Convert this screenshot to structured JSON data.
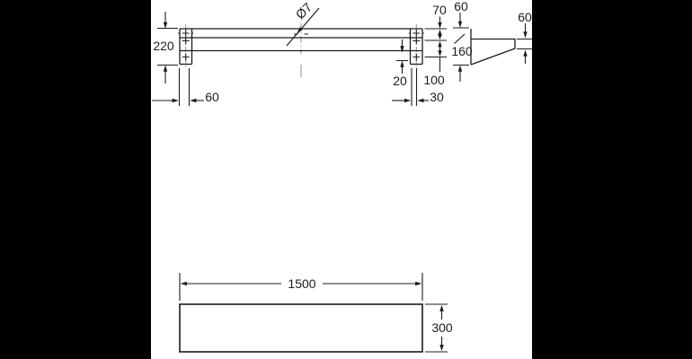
{
  "drawing_type": "technical-dimension-drawing",
  "background": {
    "canvas_color": "#ffffff",
    "letterbox_color": "#000000"
  },
  "line_colors": {
    "primary": "#1c1c1c",
    "centerline": "#9b9b9b"
  },
  "front_view": {
    "hole_diameter_label": "Ø7",
    "bracket_height": "220",
    "top_to_first_hole": "70",
    "hole_spacing": "100",
    "lower_hole_offset": "20",
    "left_bracket_offset": "60",
    "right_bracket_offset": "30"
  },
  "side_view": {
    "upper_height": "60",
    "wall_plate_height": "160",
    "front_edge_height": "60"
  },
  "plan_view": {
    "shelf_width": "1500",
    "shelf_depth": "300"
  }
}
